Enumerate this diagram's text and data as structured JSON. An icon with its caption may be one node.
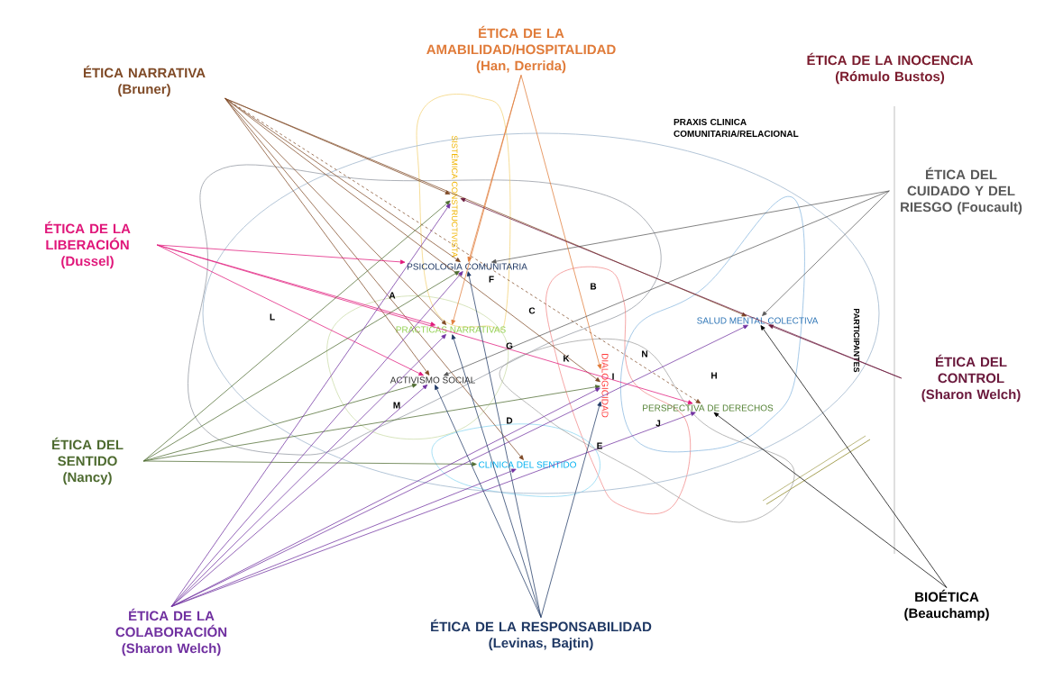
{
  "diagram": {
    "nodes": [
      {
        "text": [
          "ÉTICA NARRATIVA (Bruner)"
        ]
      },
      {
        "text": [
          "ÉTICA DE LA AMABILIDAD/HOSPITALIDAD (Han, Derrida)"
        ]
      },
      {
        "text": [
          "ÉTICA DE LA INOCENCIA (Rómulo Bustos)"
        ]
      },
      {
        "text": [
          "ÉTICA DEL CUIDADO Y DEL RIESGO (Foucault)"
        ]
      },
      {
        "text": [
          "ÉTICA DE LA LIBERACIÓN (Dussel)"
        ]
      },
      {
        "text": [
          "ÉTICA DEL CONTROL (Sharon Welch)"
        ]
      },
      {
        "text": [
          "ÉTICA DEL SENTIDO (Nancy)"
        ]
      },
      {
        "text": [
          "ÉTICA DE LA COLABORACIÓN (Sharon Welch)"
        ]
      },
      {
        "text": [
          "ÉTICA DE LA RESPONSABILIDAD (Levinas, Bajtin)"
        ]
      },
      {
        "text": [
          "BIOÉTICA (Beauchamp)"
        ]
      },
      {
        "text": [
          "PRAXIS CLINICA COMUNITARIA/RELACIONAL"
        ]
      },
      {
        "text": [
          "SISTÉMICA CONSTRUCTIVISTA"
        ],
        "in": 10
      },
      {
        "text": [
          "PSICOLOGIA COMUNITARIA"
        ],
        "in": 10
      },
      {
        "text": [
          "PRACTICAS NARRATIVAS"
        ],
        "in": 10
      },
      {
        "text": [
          "ACTIVISMO SOCIAL"
        ],
        "in": 10
      },
      {
        "text": [
          "DIALOGICIDAD"
        ],
        "in": 10
      },
      {
        "text": [
          "SALUD MENTAL COLECTIVA"
        ],
        "in": 10
      },
      {
        "text": [
          "PERSPECTIVA DE DERECHOS"
        ],
        "in": 10
      },
      {
        "text": [
          "CLINICA DEL SENTIDO"
        ],
        "in": 10
      },
      {
        "text": [
          "PARTICIPANTES"
        ],
        "in": 10
      }
    ],
    "edges": [
      {
        "from": 0,
        "to": 11,
        "arrow": "to",
        "color": "#7f4a26"
      },
      {
        "from": 0,
        "to": 12,
        "arrow": "to",
        "color": "#7f4a26"
      },
      {
        "from": 0,
        "to": 13,
        "arrow": "to",
        "color": "#7f4a26"
      },
      {
        "from": 0,
        "to": 14,
        "arrow": "to",
        "color": "#7f4a26"
      },
      {
        "from": 0,
        "to": 16,
        "arrow": "to",
        "color": "#7f4a26"
      },
      {
        "from": 0,
        "to": 17,
        "arrow": "to",
        "style": "dashed",
        "color": "#7f4a26"
      },
      {
        "from": 0,
        "to": 15,
        "arrow": "to",
        "color": "#7f4a26"
      },
      {
        "from": 0,
        "to": 18,
        "arrow": "to",
        "color": "#7f4a26"
      },
      {
        "from": 1,
        "to": 12,
        "arrow": "to",
        "color": "#e07b39"
      },
      {
        "from": 1,
        "to": 13,
        "arrow": "to",
        "color": "#e07b39"
      },
      {
        "from": 1,
        "to": 15,
        "arrow": "to",
        "color": "#e07b39"
      },
      {
        "from": 3,
        "to": 12,
        "arrow": "to",
        "color": "#595959"
      },
      {
        "from": 3,
        "to": 16,
        "arrow": "to",
        "color": "#595959"
      },
      {
        "from": 3,
        "to": 14,
        "arrow": "to",
        "color": "#595959"
      },
      {
        "from": 4,
        "to": 12,
        "arrow": "to",
        "color": "#e0177a"
      },
      {
        "from": 4,
        "to": 13,
        "arrow": "to",
        "color": "#e0177a"
      },
      {
        "from": 4,
        "to": 14,
        "arrow": "to",
        "color": "#e0177a"
      },
      {
        "from": 4,
        "to": 17,
        "arrow": "to",
        "color": "#e0177a"
      },
      {
        "from": 5,
        "to": 11,
        "arrow": "to",
        "color": "#6b1a3d"
      },
      {
        "from": 5,
        "to": 16,
        "arrow": "to",
        "color": "#6b1a3d"
      },
      {
        "from": 6,
        "to": 11,
        "arrow": "to",
        "color": "#4e6b30"
      },
      {
        "from": 6,
        "to": 12,
        "arrow": "to",
        "color": "#4e6b30"
      },
      {
        "from": 6,
        "to": 14,
        "arrow": "to",
        "color": "#4e6b30"
      },
      {
        "from": 6,
        "to": 15,
        "arrow": "to",
        "color": "#4e6b30"
      },
      {
        "from": 6,
        "to": 18,
        "arrow": "to",
        "color": "#4e6b30"
      },
      {
        "from": 7,
        "to": 11,
        "arrow": "to",
        "color": "#7030a0"
      },
      {
        "from": 7,
        "to": 12,
        "arrow": "to",
        "color": "#7030a0"
      },
      {
        "from": 7,
        "to": 13,
        "arrow": "to",
        "color": "#7030a0"
      },
      {
        "from": 7,
        "to": 14,
        "arrow": "to",
        "color": "#7030a0"
      },
      {
        "from": 7,
        "to": 15,
        "arrow": "to",
        "color": "#7030a0"
      },
      {
        "from": 7,
        "to": 16,
        "arrow": "to",
        "color": "#7030a0"
      },
      {
        "from": 7,
        "to": 17,
        "arrow": "to",
        "color": "#7030a0"
      },
      {
        "from": 7,
        "to": 18,
        "arrow": "to",
        "color": "#7030a0"
      },
      {
        "from": 8,
        "to": 12,
        "arrow": "to",
        "color": "#1f3864"
      },
      {
        "from": 8,
        "to": 13,
        "arrow": "to",
        "color": "#1f3864"
      },
      {
        "from": 8,
        "to": 14,
        "arrow": "to",
        "color": "#1f3864"
      },
      {
        "from": 8,
        "to": 15,
        "arrow": "to",
        "color": "#1f3864"
      },
      {
        "from": 9,
        "to": 16,
        "arrow": "to",
        "color": "#000000"
      },
      {
        "from": 9,
        "to": 17,
        "arrow": "to",
        "color": "#000000"
      }
    ],
    "labels": [
      "F",
      "B",
      "A",
      "C",
      "L",
      "G",
      "N",
      "K",
      "H",
      "I",
      "M",
      "D",
      "J",
      "E"
    ]
  }
}
